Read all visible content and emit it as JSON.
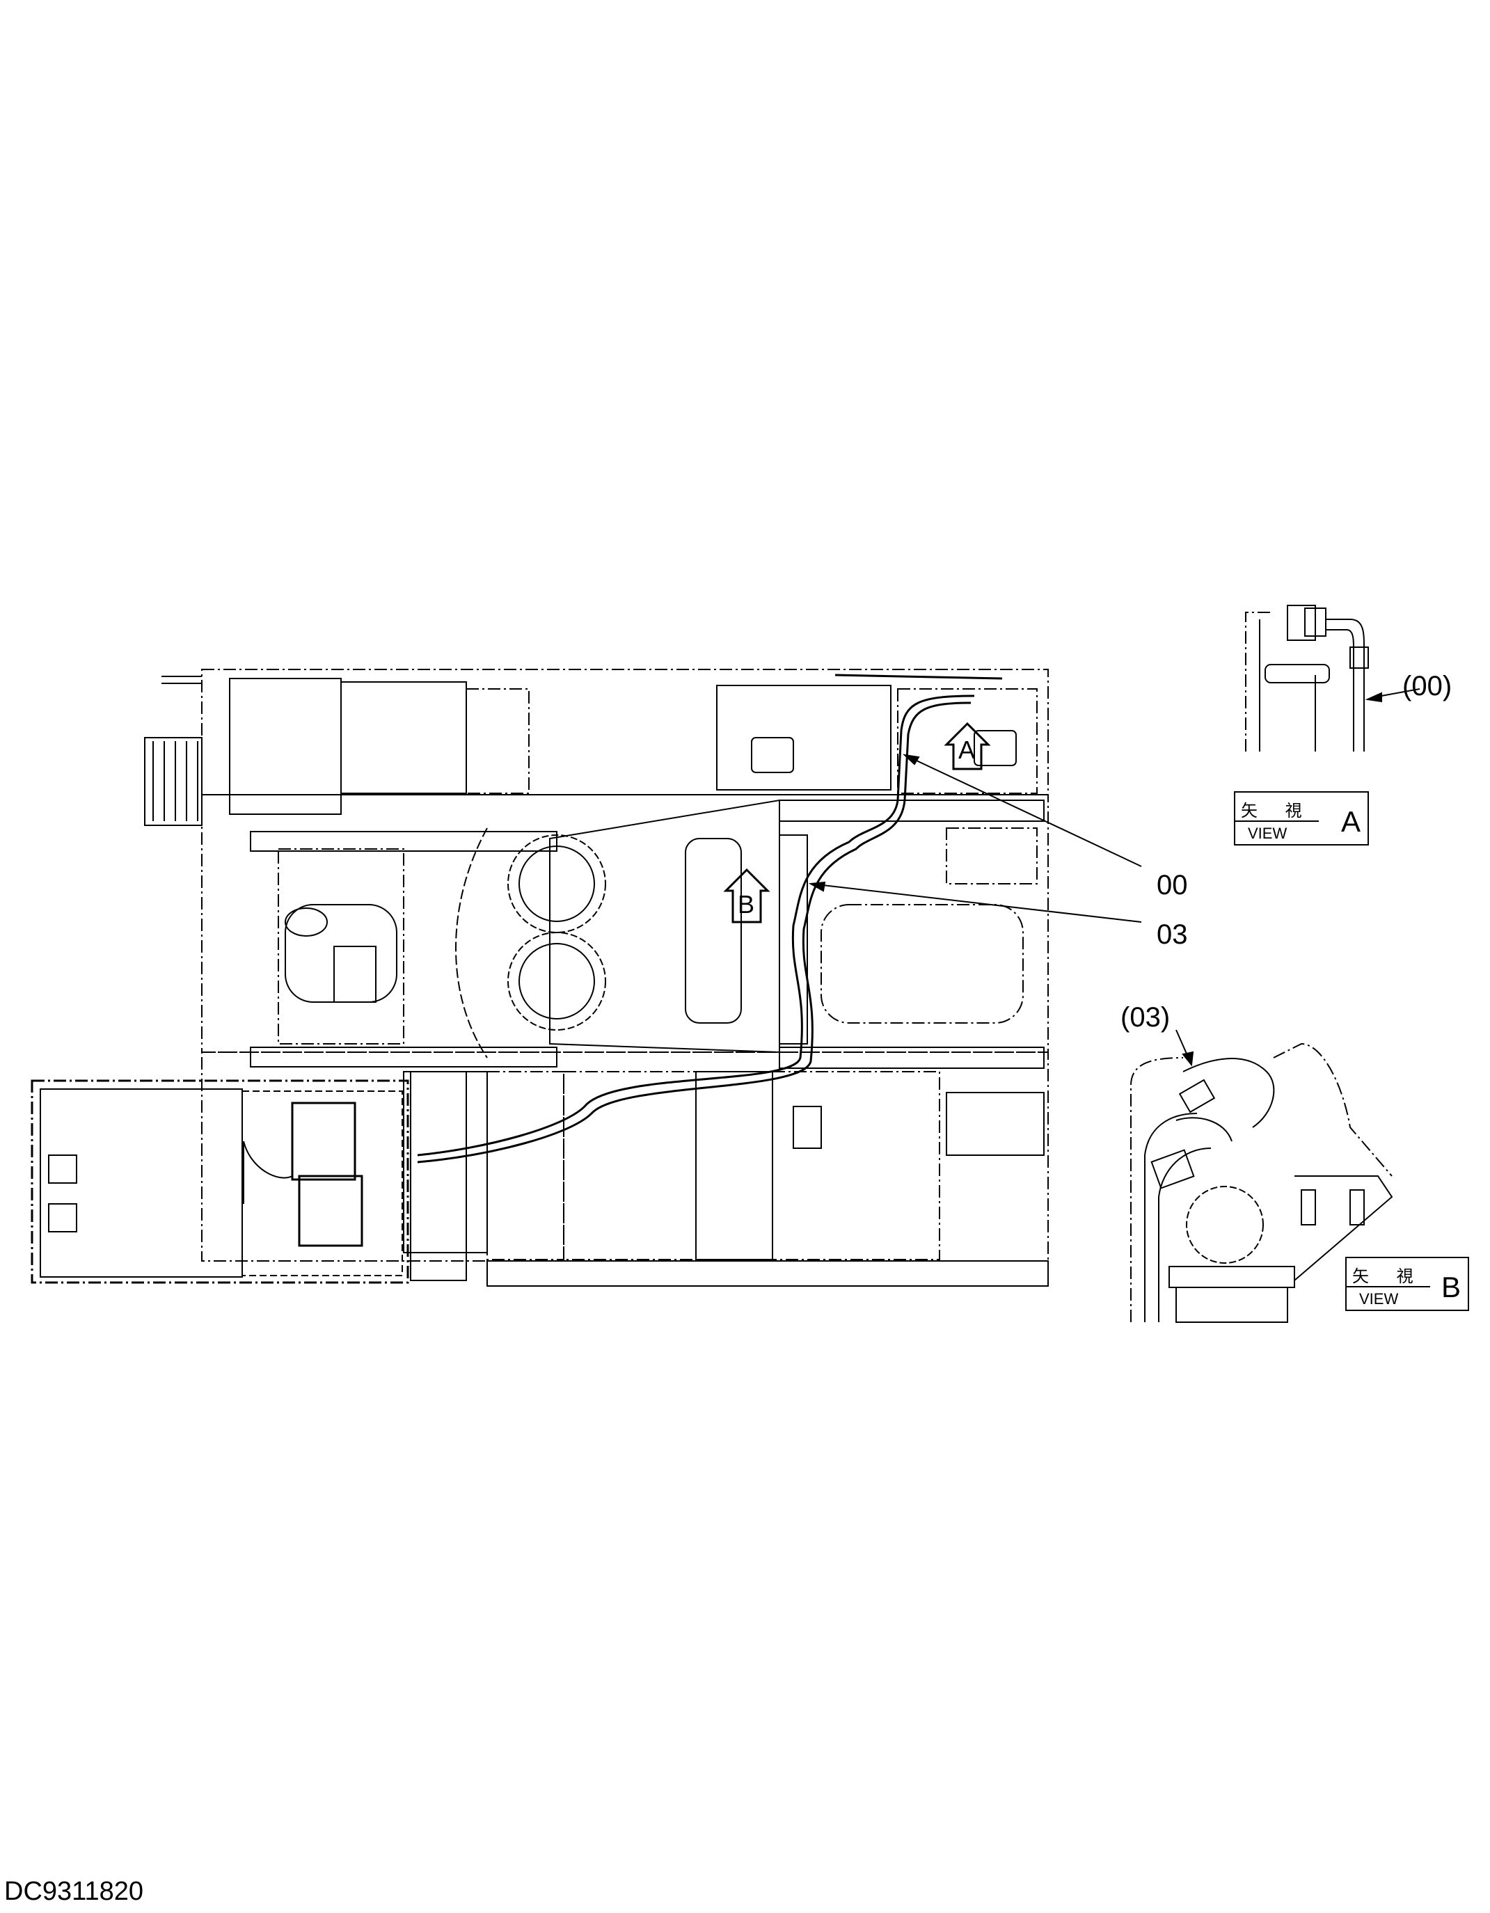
{
  "drawing_code": "DC9311820",
  "callouts": {
    "label_00": "00",
    "label_03": "03",
    "ref_00": "(00)",
    "ref_03": "(03)"
  },
  "arrows": {
    "arrow_a": "A",
    "arrow_b": "B"
  },
  "view_a": {
    "jp": "矢 視",
    "en": "VIEW",
    "letter": "A"
  },
  "view_b": {
    "jp": "矢 視",
    "en": "VIEW",
    "letter": "B"
  }
}
